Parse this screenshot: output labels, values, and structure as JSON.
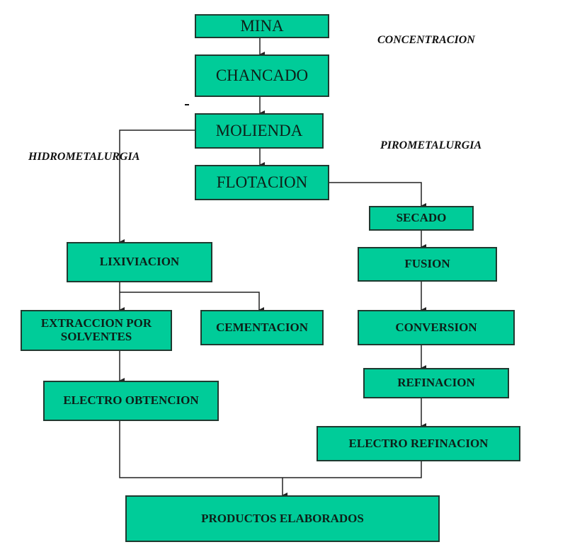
{
  "section_labels": {
    "concentracion": "CONCENTRACION",
    "hidrometalurgia": "HIDROMETALURGIA",
    "pirometalurgia": "PIROMETALURGIA"
  },
  "nodes": {
    "mina": "MINA",
    "chancado": "CHANCADO",
    "molienda": "MOLIENDA",
    "flotacion": "FLOTACION",
    "lixiviacion": "LIXIVIACION",
    "extraccion": "EXTRACCION POR SOLVENTES",
    "cementacion": "CEMENTACION",
    "electro_obtencion": "ELECTRO OBTENCION",
    "secado": "SECADO",
    "fusion": "FUSION",
    "conversion": "CONVERSION",
    "refinacion": "REFINACION",
    "electro_refinacion": "ELECTRO REFINACION",
    "productos": "PRODUCTOS ELABORADOS"
  },
  "edges": [
    [
      "mina",
      "chancado"
    ],
    [
      "chancado",
      "molienda"
    ],
    [
      "molienda",
      "flotacion"
    ],
    [
      "molienda",
      "lixiviacion"
    ],
    [
      "lixiviacion",
      "extraccion"
    ],
    [
      "lixiviacion",
      "cementacion"
    ],
    [
      "extraccion",
      "electro_obtencion"
    ],
    [
      "flotacion",
      "secado"
    ],
    [
      "secado",
      "fusion"
    ],
    [
      "fusion",
      "conversion"
    ],
    [
      "conversion",
      "refinacion"
    ],
    [
      "refinacion",
      "electro_refinacion"
    ],
    [
      "electro_obtencion",
      "productos"
    ],
    [
      "electro_refinacion",
      "productos"
    ]
  ],
  "colors": {
    "box_fill": "#00cc99",
    "box_border": "#1f3a30",
    "line": "#222222"
  }
}
